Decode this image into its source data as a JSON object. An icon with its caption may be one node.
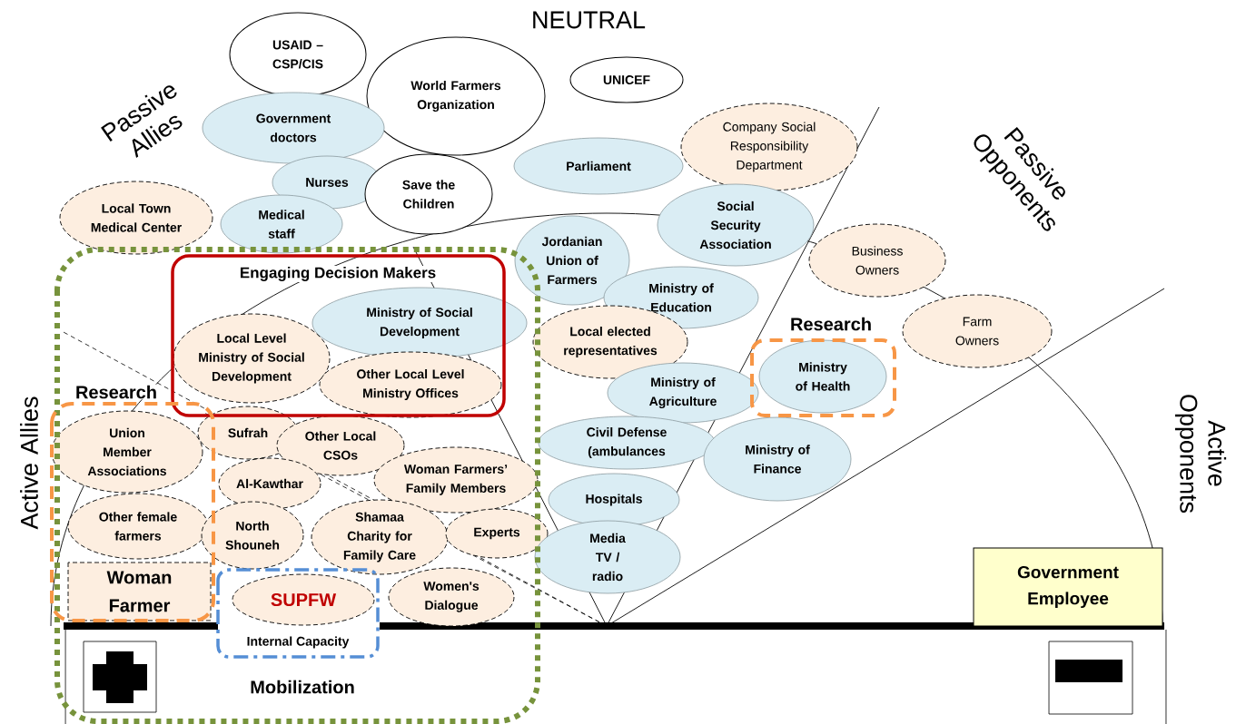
{
  "diagram": {
    "nodes": [
      {
        "text": [
          "USAID – CSP/CIS"
        ]
      },
      {
        "text": [
          "World Farmers Organization"
        ]
      },
      {
        "text": [
          "UNICEF"
        ]
      },
      {
        "text": [
          "Government doctors"
        ]
      },
      {
        "text": [
          "Company Social Responsibility Department"
        ]
      },
      {
        "text": [
          "Nurses"
        ]
      },
      {
        "text": [
          "Save the Children"
        ]
      },
      {
        "text": [
          "Parliament"
        ]
      },
      {
        "text": [
          "Local Town Medical Center"
        ]
      },
      {
        "text": [
          "Medical staff"
        ]
      },
      {
        "text": [
          "Social Security Association"
        ]
      },
      {
        "text": [
          "Business Owners"
        ]
      },
      {
        "text": [
          "Mobilization"
        ]
      },
      {
        "text": [
          "Engaging Decision Makers"
        ],
        "in": 12
      },
      {
        "text": [
          "Jordanian Union of Farmers"
        ]
      },
      {
        "text": [
          "Ministry of Education"
        ]
      },
      {
        "text": [
          "Farm Owners"
        ]
      },
      {
        "text": [
          "Ministry of Social Development"
        ],
        "in": 12
      },
      {
        "text": [
          "Local Level Ministry of Social Development"
        ],
        "in": 13
      },
      {
        "text": [
          "Local elected representatives"
        ]
      },
      {
        "text": [
          "Research"
        ]
      },
      {
        "text": [
          "Ministry of Health"
        ],
        "in": 20
      },
      {
        "text": [
          "Other Local Level Ministry Offices"
        ],
        "in": 13
      },
      {
        "text": [
          "Ministry of Agriculture"
        ]
      },
      {
        "text": [
          "Research"
        ],
        "in": 12
      },
      {
        "text": [
          "Union Member Associations"
        ],
        "in": 24
      },
      {
        "text": [
          "Sufrah"
        ],
        "in": 12
      },
      {
        "text": [
          "Other Local CSOs"
        ],
        "in": 12
      },
      {
        "text": [
          "Civil Defense (ambulances"
        ]
      },
      {
        "text": [
          "Ministry of Finance"
        ]
      },
      {
        "text": [
          "Al-Kawthar"
        ],
        "in": 12
      },
      {
        "text": [
          "Woman Farmers’ Family Members"
        ],
        "in": 12
      },
      {
        "text": [
          "Hospitals"
        ]
      },
      {
        "text": [
          "Other female farmers"
        ],
        "in": 24
      },
      {
        "text": [
          "North Shouneh"
        ],
        "in": 12
      },
      {
        "text": [
          "Shamaa Charity for Family Care"
        ],
        "in": 12
      },
      {
        "text": [
          "Experts"
        ],
        "in": 12
      },
      {
        "text": [
          "Media TV / radio"
        ]
      },
      {
        "text": [
          "Woman Farmer"
        ],
        "in": 24
      },
      {
        "text": [
          "Government Employee"
        ]
      },
      {
        "text": [
          "Internal Capacity"
        ],
        "in": 12
      },
      {
        "text": [
          "SUPFW"
        ],
        "in": 40
      },
      {
        "text": [
          "Women's Dialogue"
        ],
        "in": 12
      }
    ],
    "labels": [
      "NEUTRAL",
      "Passive Allies",
      "Passive Opponents",
      "Active Allies",
      "Active Opponents"
    ]
  }
}
